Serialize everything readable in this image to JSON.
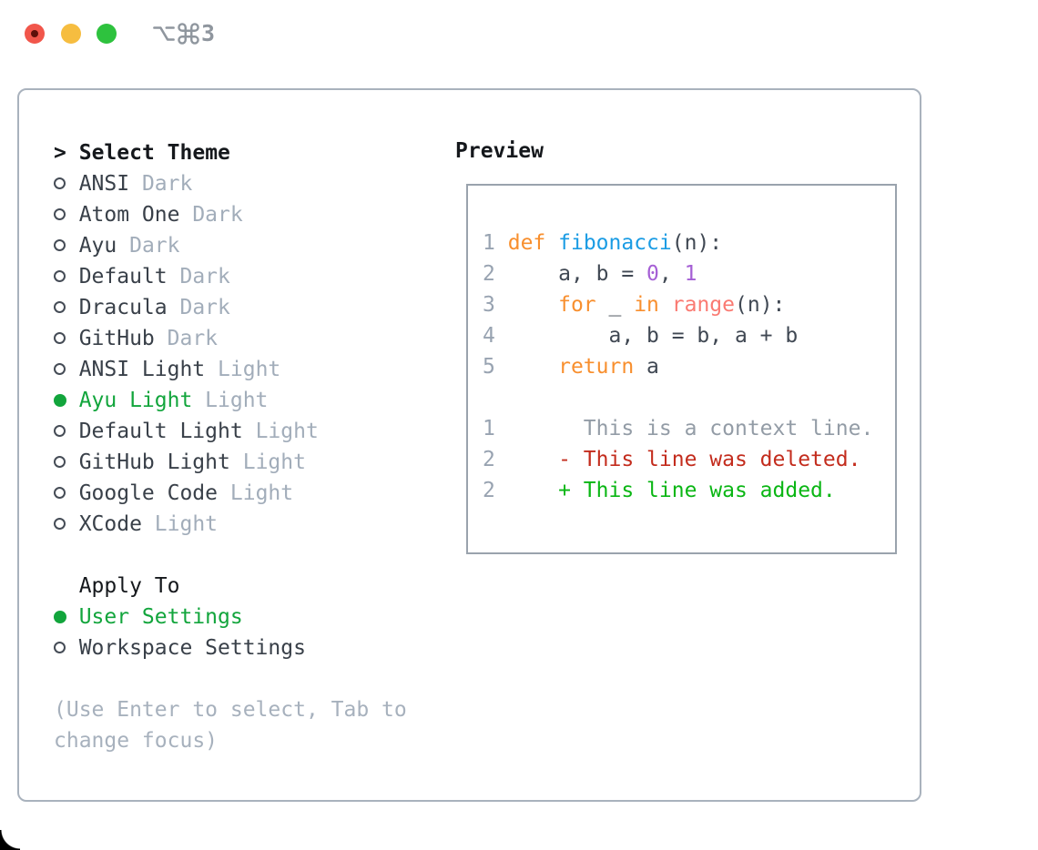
{
  "titlebar": {
    "shortcut": "⌥⌘3",
    "window_controls": [
      "close",
      "minimize",
      "zoom"
    ]
  },
  "theme_picker": {
    "cursor": ">",
    "heading": "Select Theme",
    "items": [
      {
        "name": "ANSI",
        "tag": "Dark",
        "selected": false
      },
      {
        "name": "Atom One",
        "tag": "Dark",
        "selected": false
      },
      {
        "name": "Ayu",
        "tag": "Dark",
        "selected": false
      },
      {
        "name": "Default",
        "tag": "Dark",
        "selected": false
      },
      {
        "name": "Dracula",
        "tag": "Dark",
        "selected": false
      },
      {
        "name": "GitHub",
        "tag": "Dark",
        "selected": false
      },
      {
        "name": "ANSI Light",
        "tag": "Light",
        "selected": false
      },
      {
        "name": "Ayu Light",
        "tag": "Light",
        "selected": true
      },
      {
        "name": "Default Light",
        "tag": "Light",
        "selected": false
      },
      {
        "name": "GitHub Light",
        "tag": "Light",
        "selected": false
      },
      {
        "name": "Google Code",
        "tag": "Light",
        "selected": false
      },
      {
        "name": "XCode",
        "tag": "Light",
        "selected": false
      }
    ]
  },
  "apply_to": {
    "heading": "Apply To",
    "options": [
      {
        "label": "User Settings",
        "selected": true
      },
      {
        "label": "Workspace Settings",
        "selected": false
      }
    ]
  },
  "help": {
    "lines": [
      "(Use Enter to select, Tab to",
      "change focus)"
    ]
  },
  "preview": {
    "heading": "Preview",
    "code_lines": [
      {
        "num": "1",
        "segments": [
          {
            "t": "def",
            "c": "kw"
          },
          {
            "t": " ",
            "c": "plain"
          },
          {
            "t": "fibonacci",
            "c": "fn"
          },
          {
            "t": "(n):",
            "c": "plain"
          }
        ]
      },
      {
        "num": "2",
        "segments": [
          {
            "t": "    a, b = ",
            "c": "plain"
          },
          {
            "t": "0",
            "c": "num"
          },
          {
            "t": ", ",
            "c": "plain"
          },
          {
            "t": "1",
            "c": "num"
          }
        ]
      },
      {
        "num": "3",
        "segments": [
          {
            "t": "    ",
            "c": "plain"
          },
          {
            "t": "for",
            "c": "kw"
          },
          {
            "t": " _ ",
            "c": "plain"
          },
          {
            "t": "in",
            "c": "kw"
          },
          {
            "t": " ",
            "c": "plain"
          },
          {
            "t": "range",
            "c": "builtin"
          },
          {
            "t": "(n):",
            "c": "plain"
          }
        ]
      },
      {
        "num": "4",
        "segments": [
          {
            "t": "        a, b = b, a + b",
            "c": "plain"
          }
        ]
      },
      {
        "num": "5",
        "segments": [
          {
            "t": "    ",
            "c": "plain"
          },
          {
            "t": "return",
            "c": "kw"
          },
          {
            "t": " a",
            "c": "plain"
          }
        ]
      }
    ],
    "diff_lines": [
      {
        "num": "1",
        "segments": [
          {
            "t": "      This is a context line.",
            "c": "context"
          }
        ]
      },
      {
        "num": "2",
        "segments": [
          {
            "t": "    - This line was deleted.",
            "c": "deleted"
          }
        ]
      },
      {
        "num": "2",
        "segments": [
          {
            "t": "    + This line was added.",
            "c": "added"
          }
        ]
      }
    ]
  },
  "colors": {
    "selection_green": "#12a53c",
    "added_green": "#0ab614",
    "deleted_red": "#c32c1d",
    "keyword_orange": "#f88f2e",
    "function_blue": "#1b9ce4",
    "number_purple": "#a55fd5",
    "builtin_coral": "#fa7a72",
    "gutter_gray": "#98a3b1",
    "tag_gray": "#a2adba",
    "traffic_red": "#f1564b",
    "traffic_yellow": "#f6bd40",
    "traffic_green": "#2ec23e"
  }
}
